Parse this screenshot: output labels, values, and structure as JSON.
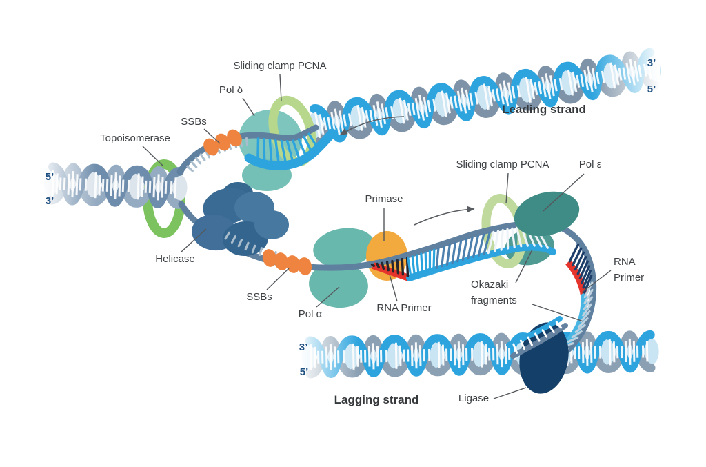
{
  "diagram": {
    "title": "DNA replication fork",
    "labels": {
      "sliding_clamp_top": "Sliding clamp PCNA",
      "pol_delta": "Pol δ",
      "ssbs_top": "SSBs",
      "topoisomerase": "Topoisomerase",
      "prime5_left": "5’",
      "prime3_left": "3’",
      "helicase": "Helicase",
      "ssbs_bottom": "SSBs",
      "pol_alpha": "Pol α",
      "primase": "Primase",
      "rna_primer_bottom": "RNA Primer",
      "sliding_clamp_right": "Sliding clamp PCNA",
      "pol_epsilon": "Pol ε",
      "okazaki_line1": "Okazaki",
      "okazaki_line2": "fragments",
      "rna_primer_right_line1": "RNA",
      "rna_primer_right_line2": "Primer",
      "prime3_top_right": "3’",
      "prime5_top_right": "5’",
      "leading_strand": "Leading strand",
      "lagging_strand": "Lagging strand",
      "ligase": "Ligase",
      "prime3_bottom_left": "3’",
      "prime5_bottom_left": "5’"
    },
    "colors": {
      "new_strand_blue": "#2da4de",
      "template_blue_gray": "#60809f",
      "ssb_orange": "#ee8440",
      "primase_orange": "#f2a93d",
      "rna_primer_red": "#e5342c",
      "topoisomerase_green": "#7cc25e",
      "pcna_green": "#b7d88c",
      "pol_delta_teal": "#7ec5bd",
      "pol_alpha_teal": "#69b8ad",
      "pol_epsilon_teal": "#3e8c85",
      "helicase_blue": "#3f6f98",
      "ligase_navy": "#143f68",
      "label_gray": "#3e4245",
      "prime_navy": "#1d4f80"
    }
  }
}
